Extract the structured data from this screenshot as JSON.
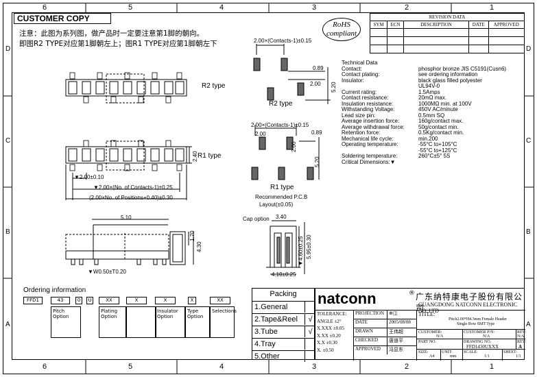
{
  "grid": {
    "columns_top": [
      "6",
      "5",
      "4",
      "3",
      "2",
      "1"
    ],
    "columns_bottom": [
      "6",
      "5",
      "4",
      "3",
      "2",
      "1"
    ],
    "rows": [
      "D",
      "C",
      "B",
      "A"
    ]
  },
  "header": {
    "customer_copy": "CUSTOMER COPY",
    "note_line1": "注意：此图为系列图，做产品时一定要注意第1脚的朝向。",
    "note_line2": "即图R2 TYPE对应第1脚朝左上；图R1 TYPE对应第1脚朝左下",
    "rohs_line1": "RoHS",
    "rohs_line2": "compliant"
  },
  "revision": {
    "title": "REVISION DATA",
    "cols": [
      "SYM",
      "ECN",
      "DESCRIPTION",
      "DATE",
      "APPROVED"
    ]
  },
  "drawing": {
    "r2_type": "R2 type",
    "r1_type": "R1 type",
    "r2_type_pcb": "R2 type",
    "r1_type_pcb": "R1 type",
    "dim_pitch": "▼2.00±0.10",
    "dim_contacts": "▼2.00×(No. of Contacts-1)±0.25",
    "dim_positions": "(2.00×No. of Positions+0.40)±0.30",
    "dim_240": "2.40",
    "dim_510": "5.10",
    "dim_170": "1.70",
    "dim_430": "4.30",
    "dim_w050": "▼W0.50±T0.20",
    "pcb_top_dim": "2.00×(Contacts-1)±0.15",
    "pcb_089": "0.89",
    "pcb_520": "5.20",
    "pcb_200": "2.00",
    "pcb2_top_dim": "2.00×(Contacts-1)±0.15",
    "pcb2_200": "2.00",
    "pcb2_089": "0.89",
    "pcb2_200b": "2.00",
    "pcb2_520": "5.20",
    "recommended": "Recommended P.C.B",
    "layout": "Layout(±0.05)",
    "cap_option": "Cap option",
    "dim_340": "3.40",
    "dim_460": "▼4.60±0.25",
    "dim_595": "5.95±0.30",
    "dim_410": "4.10±0.25"
  },
  "tech": {
    "title": "Technical Data",
    "rows": [
      {
        "k": "Contact:",
        "v": "phosphor bronze JIS C5191(Cusn6)"
      },
      {
        "k": "Contact plating:",
        "v": "see ordering information"
      },
      {
        "k": "Insulator:",
        "v": "black glass filled polyester"
      },
      {
        "k": "",
        "v": "UL94V-0"
      },
      {
        "k": "Current rating:",
        "v": "1.5Amps"
      },
      {
        "k": "Contact resistance:",
        "v": "20mΩ max."
      },
      {
        "k": "Insulation resistance:",
        "v": "1000MΩ min. at 100V"
      },
      {
        "k": "Withstanding Voltage:",
        "v": "450V AC/minute"
      },
      {
        "k": "Lead size pin:",
        "v": "0.5mm SQ"
      },
      {
        "k": "Average insertion force:",
        "v": "160g/contact max."
      },
      {
        "k": "Average withdrawal force:",
        "v": "50g/contact min."
      },
      {
        "k": "Retention force:",
        "v": "0.5Kg/contact min."
      },
      {
        "k": "Mechanical life cycle:",
        "v": "min.200"
      },
      {
        "k": "Operating temperature:",
        "v": "-55°C to+105°C"
      },
      {
        "k": "",
        "v": "-55°C to+125°C"
      },
      {
        "k": "Soldering temperature:",
        "v": "260°C±5° 5S"
      },
      {
        "k": "Critical Dimensions:▼",
        "v": ""
      }
    ]
  },
  "ordering": {
    "title": "Ordering information",
    "codes": [
      "FFD1",
      "43",
      "0",
      "U",
      "XX",
      "X",
      "X",
      "X",
      "XX"
    ],
    "desc1": "Pitch Option",
    "desc2": "Plating Option",
    "desc3": "Insulator Option",
    "desc4": "Type Option",
    "desc5": "Selections"
  },
  "packing": {
    "title": "Packing",
    "items": [
      {
        "label": "1.General",
        "mark": ""
      },
      {
        "label": "2.Tape&Reel",
        "mark": "√"
      },
      {
        "label": "3.Tube",
        "mark": "√"
      },
      {
        "label": "4.Tray",
        "mark": ""
      },
      {
        "label": "5.Other",
        "mark": ""
      }
    ]
  },
  "titleblock": {
    "brand": "natconn",
    "reg": "®",
    "cn_name": "广东纳特康电子股份有限公司",
    "en_name": "GUANGDONG NATCONN ELECTRONIC CO.,LTD",
    "tolerance": "TOLERANCE:",
    "angle": "ANGLE ±2°",
    "t1": "X.XXX ±0.05",
    "t2": "X.XX ±0.20",
    "t3": "X.X ±0.30",
    "t4": "X. ±0.50",
    "projection": "PROJECTION",
    "date_l": "DATE",
    "date_v": "2005/08/08",
    "drawn_l": "DRAWN",
    "drawn_v": "王伟超",
    "checked_l": "CHECKED",
    "checked_v": "唐道平",
    "approved_l": "APPROVED",
    "approved_v": "冯显东",
    "title_l": "TITLE:",
    "title_v1": "Pitch2.00*H4.3mm Female Header",
    "title_v2": "Single Row SMT Type",
    "customer_l": "CUSTOMER:",
    "customer_v": "N/A",
    "custpn_l": "CUSTOMER P/N:",
    "custpn_v": "N/A",
    "rev_l": "REV:",
    "rev_v": "N/A",
    "partno_l": "PART NO.",
    "drawingno_l": "DRAWING NO.",
    "drawingno_v": "FFD1430UXXX",
    "rev2_l": "REV:",
    "rev2_v": "A",
    "size_l": "SIZE:",
    "size_v": "A4",
    "unit_l": "UNIT:",
    "unit_v": "mm",
    "scale_l": "SCALE:",
    "scale_v": "1:1",
    "sheet_l": "SHEET:",
    "sheet_v": "1/1"
  }
}
